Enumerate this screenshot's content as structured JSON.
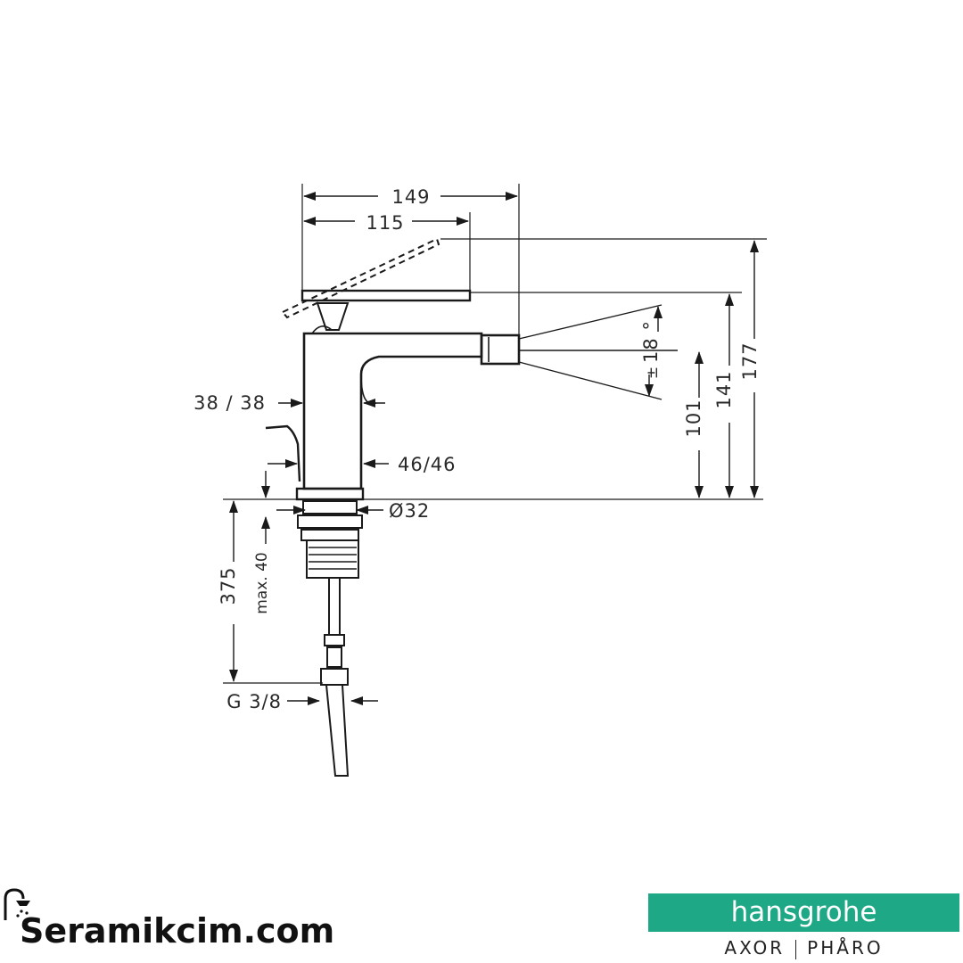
{
  "diagram": {
    "dimensions": {
      "width_overall": "149",
      "width_lever": "115",
      "height_overall": "177",
      "height_lever": "141",
      "height_spout": "101",
      "spray_angle_deg": "18 °",
      "spray_angle_pm": "±",
      "body_left": "38 / 38",
      "body_right": "46/46",
      "hole_diameter": "Ø32",
      "max_thickness": "max. 40",
      "hose_length": "375",
      "connection_thread": "G 3/8"
    }
  },
  "branding": {
    "site": "Seramikcim.com",
    "brand": "hansgrohe",
    "line_a": "AXOR",
    "line_b": "PHÅRO"
  },
  "colors": {
    "line": "#1a1a1a",
    "brand_green": "#1ea885"
  }
}
